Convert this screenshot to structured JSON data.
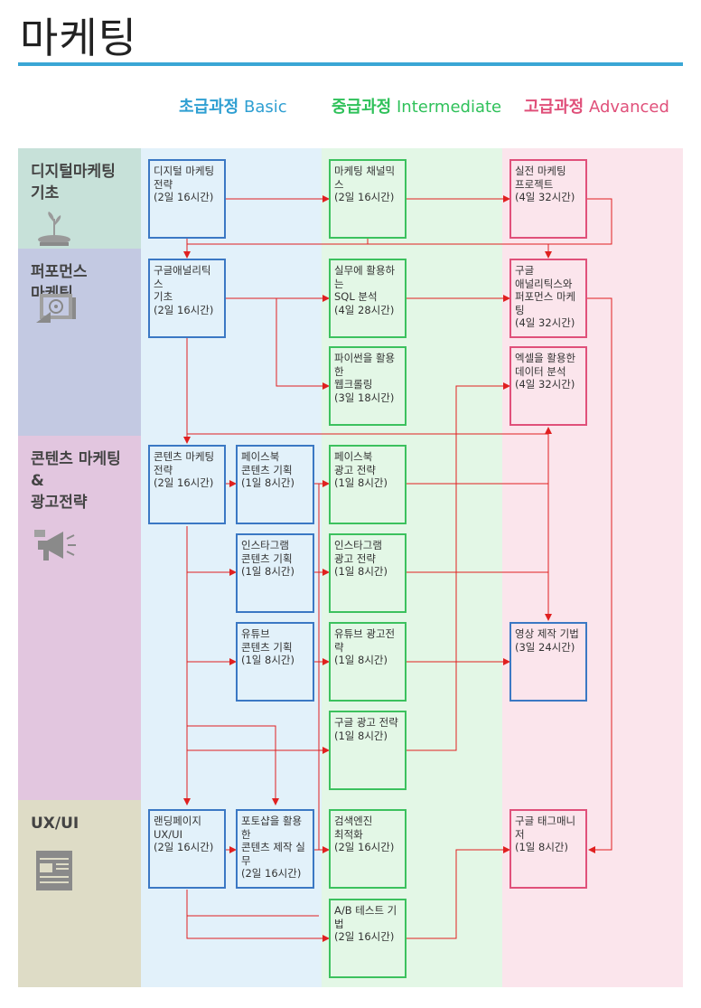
{
  "page": {
    "title": "마케팅"
  },
  "levels": [
    {
      "ko": "초급과정",
      "en": "Basic",
      "color": "#2f9fd2"
    },
    {
      "ko": "중급과정",
      "en": "Intermediate",
      "color": "#2fc15a"
    },
    {
      "ko": "고급과정",
      "en": "Advanced",
      "color": "#e0507a"
    }
  ],
  "rows": [
    {
      "label": "디지털마케팅\n기초",
      "icon": "plant-hand-icon"
    },
    {
      "label": "퍼포먼스\n마케팅",
      "icon": "target-chart-icon"
    },
    {
      "label": "콘텐츠 마케팅\n&\n광고전략",
      "icon": "megaphone-icon"
    },
    {
      "label": "UX/UI",
      "icon": "web-layout-icon"
    }
  ],
  "courses": {
    "dm_strategy": "디지털 마케팅\n전략\n(2일 16시간)",
    "channel_mix": "마케팅 채널믹스\n(2일 16시간)",
    "practical_project": "실전 마케팅\n프로젝트\n(4일 32시간)",
    "ga_basic": "구글애널리틱스\n기초\n(2일 16시간)",
    "sql": "실무에 활용하는\nSQL 분석\n(4일 28시간)",
    "ga_perf": "구글\n애널리틱스와\n퍼포먼스 마케팅\n(4일 32시간)",
    "python_crawl": "파이썬을 활용한\n웹크롤링\n(3일 18시간)",
    "excel_data": "엑셀을 활용한\n데이터 분석\n(4일 32시간)",
    "content_strategy": "콘텐츠 마케팅\n전략\n(2일 16시간)",
    "fb_content": "페이스북\n콘텐츠 기획\n(1일 8시간)",
    "fb_ad": "페이스북\n광고 전략\n(1일 8시간)",
    "ig_content": "인스타그램\n콘텐츠 기획\n(1일 8시간)",
    "ig_ad": "인스타그램\n광고 전략\n(1일 8시간)",
    "yt_content": "유튜브\n콘텐츠 기획\n(1일 8시간)",
    "yt_ad": "유튜브 광고전략\n(1일 8시간)",
    "video_production": "영상 제작 기법\n(3일 24시간)",
    "google_ad": "구글 광고 전략\n(1일 8시간)",
    "landing_page": "랜딩페이지\nUX/UI\n(2일 16시간)",
    "photoshop": "포토샵을 활용한\n콘텐츠 제작 실무\n(2일 16시간)",
    "seo": "검색엔진\n최적화\n(2일 16시간)",
    "gtm": "구글 태그매니저\n(1일 8시간)",
    "ab_test": "A/B 테스트 기법\n(2일 16시간)"
  },
  "colors": {
    "arrow": "#e02020",
    "basic_bg": "#e2f1fa",
    "inter_bg": "#e3f7e6",
    "adv_bg": "#fbe5ec"
  }
}
